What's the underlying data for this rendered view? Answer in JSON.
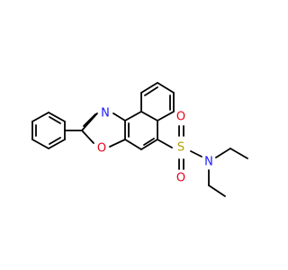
{
  "atoms": {
    "N_oxazole": {
      "symbol": "N",
      "color": "#1a1aff"
    },
    "O_oxazole": {
      "symbol": "O",
      "color": "#e8001c"
    },
    "S_sulfonyl": {
      "symbol": "S",
      "color": "#b8a000"
    },
    "O_sulfonyl_top": {
      "symbol": "O",
      "color": "#e8001c"
    },
    "O_sulfonyl_bottom": {
      "symbol": "O",
      "color": "#e8001c"
    },
    "N_amine": {
      "symbol": "N",
      "color": "#1a1aff"
    }
  }
}
